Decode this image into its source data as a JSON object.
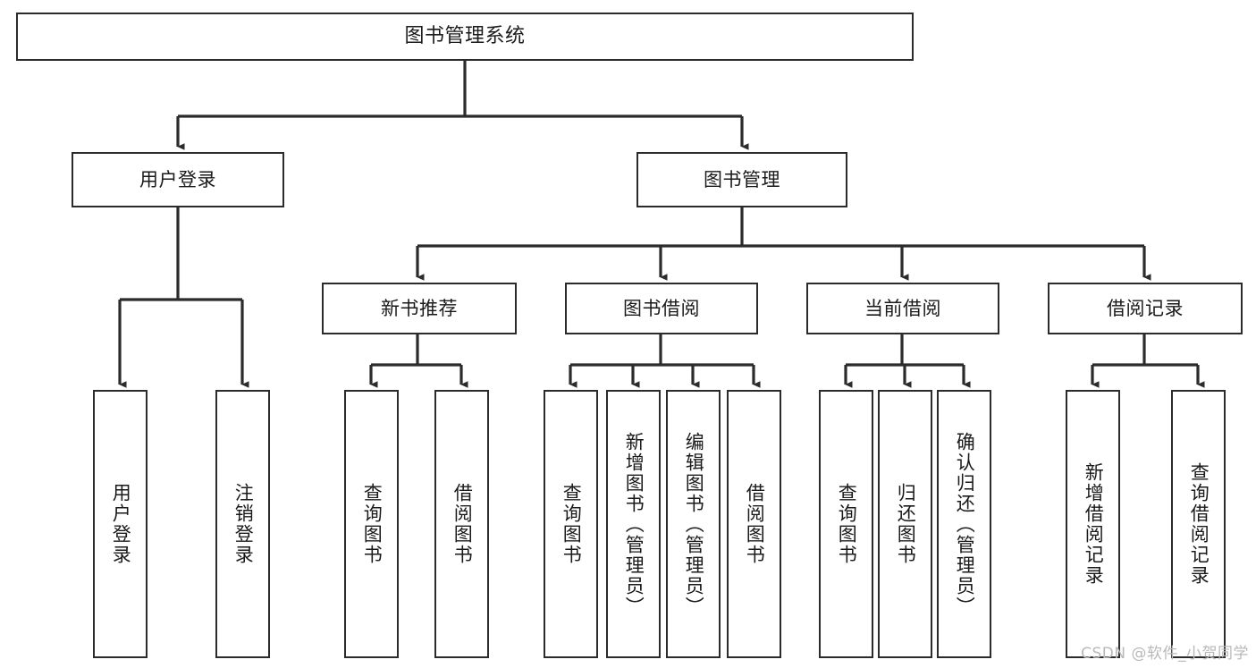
{
  "diagram": {
    "title": "图书管理系统",
    "type": "tree-hierarchy",
    "watermark": "CSDN @软件_小贺同学",
    "colors": {
      "box_border": "#2b2b2b",
      "box_fill": "#ffffff",
      "connector": "#2b2b2b",
      "text": "#1a1a1a",
      "watermark": "#b9b9b9"
    },
    "nodes": {
      "root": {
        "label": "图书管理系统",
        "level": 1,
        "orientation": "horizontal"
      },
      "level2": [
        {
          "id": "user-login",
          "label": "用户登录",
          "orientation": "horizontal"
        },
        {
          "id": "book-manage",
          "label": "图书管理",
          "orientation": "horizontal"
        }
      ],
      "level3": [
        {
          "id": "new-book-recommend",
          "label": "新书推荐",
          "orientation": "horizontal",
          "parent": "book-manage"
        },
        {
          "id": "book-borrow",
          "label": "图书借阅",
          "orientation": "horizontal",
          "parent": "book-manage"
        },
        {
          "id": "current-borrow",
          "label": "当前借阅",
          "orientation": "horizontal",
          "parent": "book-manage"
        },
        {
          "id": "borrow-record",
          "label": "借阅记录",
          "orientation": "horizontal",
          "parent": "book-manage"
        }
      ],
      "leaves": [
        {
          "id": "leaf-user-login",
          "label": "用户登录",
          "parent": "user-login",
          "orientation": "vertical"
        },
        {
          "id": "leaf-user-logout",
          "label": "注销登录",
          "parent": "user-login",
          "orientation": "vertical"
        },
        {
          "id": "leaf-query-book-1",
          "label": "查询图书",
          "parent": "new-book-recommend",
          "orientation": "vertical"
        },
        {
          "id": "leaf-borrow-book-1",
          "label": "借阅图书",
          "parent": "new-book-recommend",
          "orientation": "vertical"
        },
        {
          "id": "leaf-query-book-2",
          "label": "查询图书",
          "parent": "book-borrow",
          "orientation": "vertical"
        },
        {
          "id": "leaf-add-book",
          "label": "新增图书（管理员）",
          "parent": "book-borrow",
          "orientation": "vertical"
        },
        {
          "id": "leaf-edit-book",
          "label": "编辑图书（管理员）",
          "parent": "book-borrow",
          "orientation": "vertical"
        },
        {
          "id": "leaf-borrow-book-2",
          "label": "借阅图书",
          "parent": "book-borrow",
          "orientation": "vertical"
        },
        {
          "id": "leaf-query-book-3",
          "label": "查询图书",
          "parent": "current-borrow",
          "orientation": "vertical"
        },
        {
          "id": "leaf-return-book",
          "label": "归还图书",
          "parent": "current-borrow",
          "orientation": "vertical"
        },
        {
          "id": "leaf-confirm-return",
          "label": "确认归还（管理员）",
          "parent": "current-borrow",
          "orientation": "vertical"
        },
        {
          "id": "leaf-add-record",
          "label": "新增借阅记录",
          "parent": "borrow-record",
          "orientation": "vertical"
        },
        {
          "id": "leaf-query-record",
          "label": "查询借阅记录",
          "parent": "borrow-record",
          "orientation": "vertical"
        }
      ]
    }
  }
}
